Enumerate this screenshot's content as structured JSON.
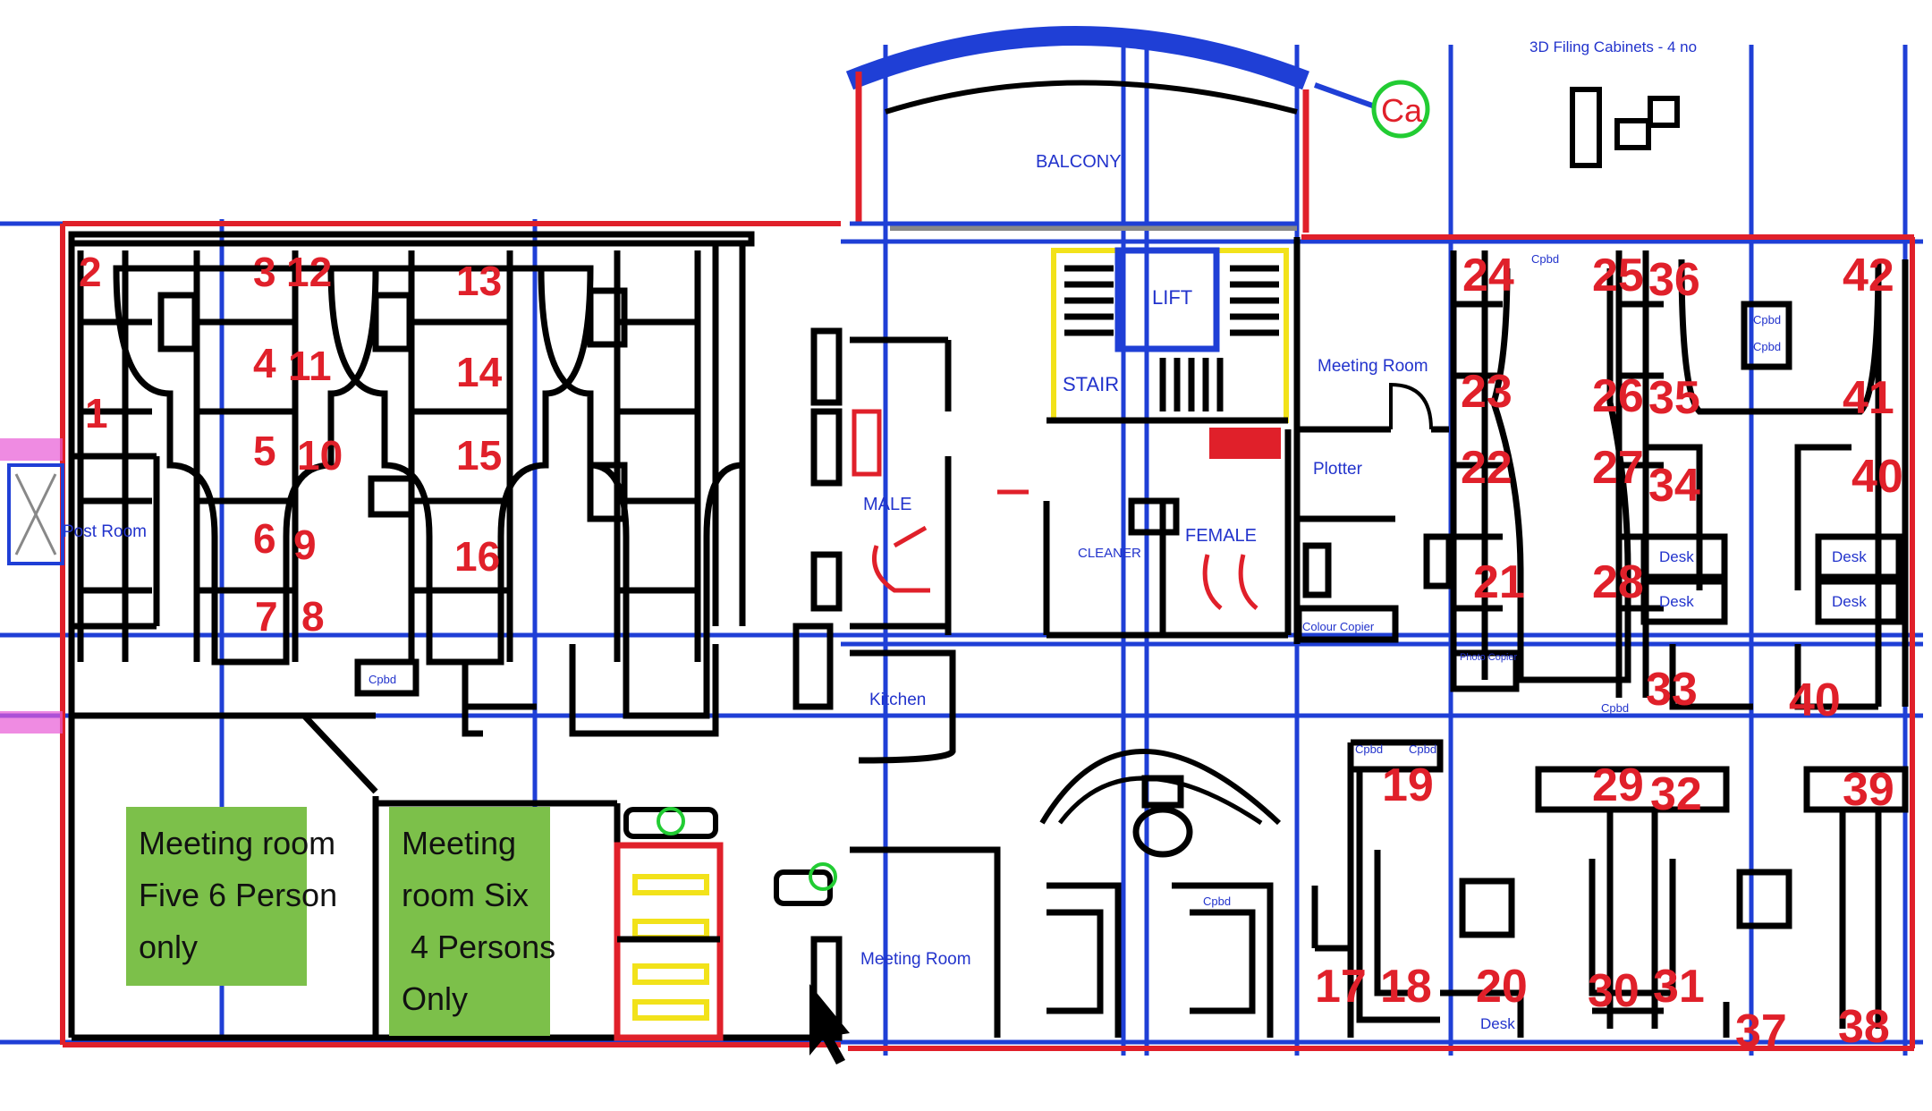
{
  "rooms": {
    "balcony": "BALCONY",
    "lift": "LIFT",
    "stair": "STAIR",
    "meeting_room_top": "Meeting Room",
    "plotter": "Plotter",
    "male": "MALE",
    "female": "FEMALE",
    "cleaner": "CLEANER",
    "colour_copier": "Colour Copier",
    "photo_copier": "Photo Copier",
    "kitchen": "Kitchen",
    "post_room": "Post Room",
    "meeting_room_bottom": "Meeting Room",
    "filing_cabinets": "3D Filing Cabinets - 4 no",
    "ca_marker": "Ca"
  },
  "meeting_rooms": [
    {
      "lines": [
        "Meeting room",
        "Five 6 Person",
        "only"
      ]
    },
    {
      "lines": [
        "Meeting",
        "room Six",
        " 4 Persons",
        "Only"
      ]
    }
  ],
  "labels": {
    "cpbd": "Cpbd",
    "desk": "Desk"
  },
  "desk_numbers": {
    "n1": "1",
    "n2": "2",
    "n3": "3",
    "n4": "4",
    "n5": "5",
    "n6": "6",
    "n7": "7",
    "n8": "8",
    "n9": "9",
    "n10": "10",
    "n11": "11",
    "n12": "12",
    "n13": "13",
    "n14": "14",
    "n15": "15",
    "n16": "16",
    "n17": "17",
    "n18": "18",
    "n19": "19",
    "n20": "20",
    "n21": "21",
    "n22": "22",
    "n23": "23",
    "n24": "24",
    "n25": "25",
    "n26": "26",
    "n27": "27",
    "n28": "28",
    "n29": "29",
    "n30": "30",
    "n31": "31",
    "n32": "32",
    "n33": "33",
    "n34": "34",
    "n35": "35",
    "n36": "36",
    "n37": "37",
    "n38": "38",
    "n39": "39",
    "n40a": "40",
    "n40b": "40",
    "n41": "41",
    "n42": "42"
  },
  "colors": {
    "wall": "#000000",
    "grid": "#1f3fd6",
    "boundary": "#e0202a",
    "desk_number": "#e0202a",
    "room_label": "#2233cc",
    "meeting_box": "#7cc04a",
    "stair_yellow": "#f2e21a"
  }
}
